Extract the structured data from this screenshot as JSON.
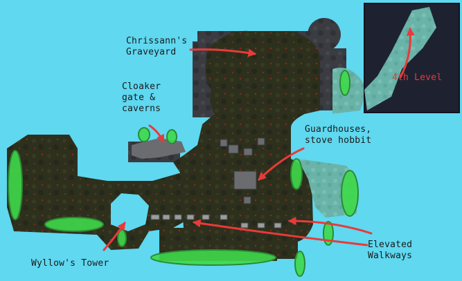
{
  "labels": {
    "graveyard": "Chrissann's\nGraveyard",
    "cloaker": "Cloaker\ngate &\ncaverns",
    "guardhouses": "Guardhouses,\nstove hobbit",
    "level4": "4th Level",
    "walkways": "Elevated\nWalkways",
    "tower": "Wyllow's Tower"
  },
  "colors": {
    "background": "#5fd8f0",
    "annotation_arrow": "#e83a3a",
    "marker_fill": "#3fd94a",
    "marker_edge": "#2a8a35",
    "terrain": "#2b2f1c",
    "rock": "#3b3d42",
    "water": "#6fb8ac"
  }
}
